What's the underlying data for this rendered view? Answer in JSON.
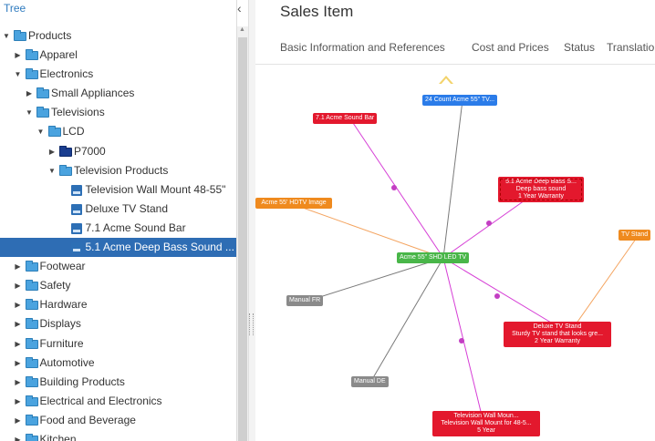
{
  "tree_panel": {
    "title": "Tree",
    "collapse_icon": "chevron-left-icon",
    "nodes": [
      {
        "label": "Products",
        "depth": 0,
        "state": "expanded",
        "icon": "folder"
      },
      {
        "label": "Apparel",
        "depth": 1,
        "state": "collapsed",
        "icon": "folder"
      },
      {
        "label": "Electronics",
        "depth": 1,
        "state": "expanded",
        "icon": "folder"
      },
      {
        "label": "Small Appliances",
        "depth": 2,
        "state": "collapsed",
        "icon": "folder"
      },
      {
        "label": "Televisions",
        "depth": 2,
        "state": "expanded",
        "icon": "folder"
      },
      {
        "label": "LCD",
        "depth": 3,
        "state": "expanded",
        "icon": "folder"
      },
      {
        "label": "P7000",
        "depth": 4,
        "state": "collapsed",
        "icon": "folder-dark"
      },
      {
        "label": "Television Products",
        "depth": 4,
        "state": "expanded",
        "icon": "folder"
      },
      {
        "label": "Television Wall Mount 48-55\"",
        "depth": 5,
        "state": "leaf",
        "icon": "item"
      },
      {
        "label": "Deluxe TV Stand",
        "depth": 5,
        "state": "leaf",
        "icon": "item"
      },
      {
        "label": "7.1 Acme Sound Bar",
        "depth": 5,
        "state": "leaf",
        "icon": "item"
      },
      {
        "label": "5.1 Acme Deep Bass Sound ...",
        "depth": 5,
        "state": "leaf",
        "icon": "item",
        "selected": true
      },
      {
        "label": "Footwear",
        "depth": 1,
        "state": "collapsed",
        "icon": "folder"
      },
      {
        "label": "Safety",
        "depth": 1,
        "state": "collapsed",
        "icon": "folder"
      },
      {
        "label": "Hardware",
        "depth": 1,
        "state": "collapsed",
        "icon": "folder"
      },
      {
        "label": "Displays",
        "depth": 1,
        "state": "collapsed",
        "icon": "folder"
      },
      {
        "label": "Furniture",
        "depth": 1,
        "state": "collapsed",
        "icon": "folder"
      },
      {
        "label": "Automotive",
        "depth": 1,
        "state": "collapsed",
        "icon": "folder"
      },
      {
        "label": "Building Products",
        "depth": 1,
        "state": "collapsed",
        "icon": "folder"
      },
      {
        "label": "Electrical and Electronics",
        "depth": 1,
        "state": "collapsed",
        "icon": "folder"
      },
      {
        "label": "Food and Beverage",
        "depth": 1,
        "state": "collapsed",
        "icon": "folder"
      },
      {
        "label": "Kitchen",
        "depth": 1,
        "state": "collapsed",
        "icon": "folder"
      }
    ]
  },
  "main": {
    "title": "Sales Item",
    "tabs": [
      {
        "label": "Basic Information and References"
      },
      {
        "label": "Cost and Prices"
      },
      {
        "label": "Status"
      },
      {
        "label": "Translatio"
      }
    ]
  },
  "graph": {
    "nodes": [
      {
        "id": "center",
        "lines": [
          "Acme 55\" SHD LED TV"
        ],
        "color": "green"
      },
      {
        "id": "tv24",
        "lines": [
          "24 Count Acme 55\" TV..."
        ],
        "color": "blue"
      },
      {
        "id": "soundbar71",
        "lines": [
          "7.1 Acme Sound Bar"
        ],
        "color": "red"
      },
      {
        "id": "deepbass",
        "lines": [
          "5.1 Acme Deep Bass S...",
          "Deep bass sound",
          "1 Year Warranty"
        ],
        "color": "red",
        "dashed": true
      },
      {
        "id": "hdtv",
        "lines": [
          "Acme 55' HDTV Image"
        ],
        "color": "orange"
      },
      {
        "id": "tvstand_link",
        "lines": [
          "TV Stand"
        ],
        "color": "orange"
      },
      {
        "id": "manualfr",
        "lines": [
          "Manual FR"
        ],
        "color": "gray"
      },
      {
        "id": "manualde",
        "lines": [
          "Manual DE"
        ],
        "color": "gray"
      },
      {
        "id": "deluxe",
        "lines": [
          "Deluxe TV Stand",
          "Sturdy TV stand that looks gre...",
          "2 Year Warranty"
        ],
        "color": "red"
      },
      {
        "id": "wallmount",
        "lines": [
          "Television Wall Moun...",
          "Television Wall Mount for 48-5...",
          "5 Year"
        ],
        "color": "red"
      }
    ],
    "colors": {
      "red": "#e3182d",
      "blue": "#2b7ce9",
      "orange": "#ef8a1e",
      "green": "#49b649",
      "gray": "#8a8a8a",
      "magenta_edge": "#d63fd6",
      "orange_edge": "#f4a460",
      "gray_edge": "#7a7a7a"
    }
  }
}
